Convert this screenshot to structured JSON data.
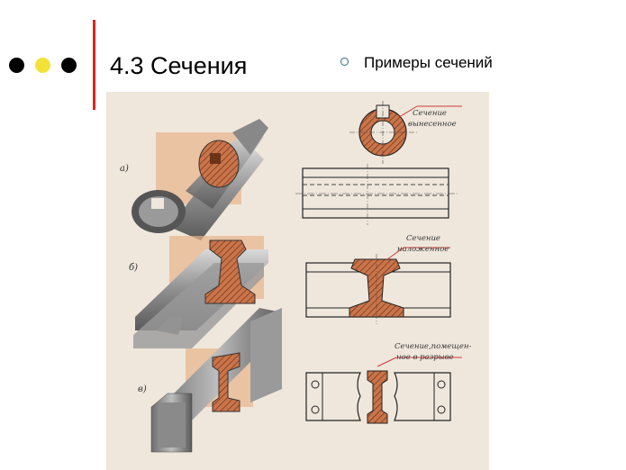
{
  "slide": {
    "title": "4.3 Сечения",
    "bullet": "Примеры сечений",
    "colors": {
      "dot_1": "#000000",
      "dot_2": "#f2e23a",
      "dot_3": "#000000",
      "accent_line": "#e0261b",
      "bullet_marker": "#2f6f7a",
      "section_fill": "#c9744a",
      "paper": "#efe7dc",
      "pointer": "#d23a3a"
    }
  },
  "figure": {
    "row_labels": [
      "а)",
      "б)",
      "в)"
    ],
    "notes": {
      "removed": [
        "Сечение",
        "вынесенное"
      ],
      "superimposed": [
        "Сечение",
        "наложенное"
      ],
      "in_break": [
        "Сечение,помещен-",
        "ное в разрыве"
      ]
    }
  }
}
